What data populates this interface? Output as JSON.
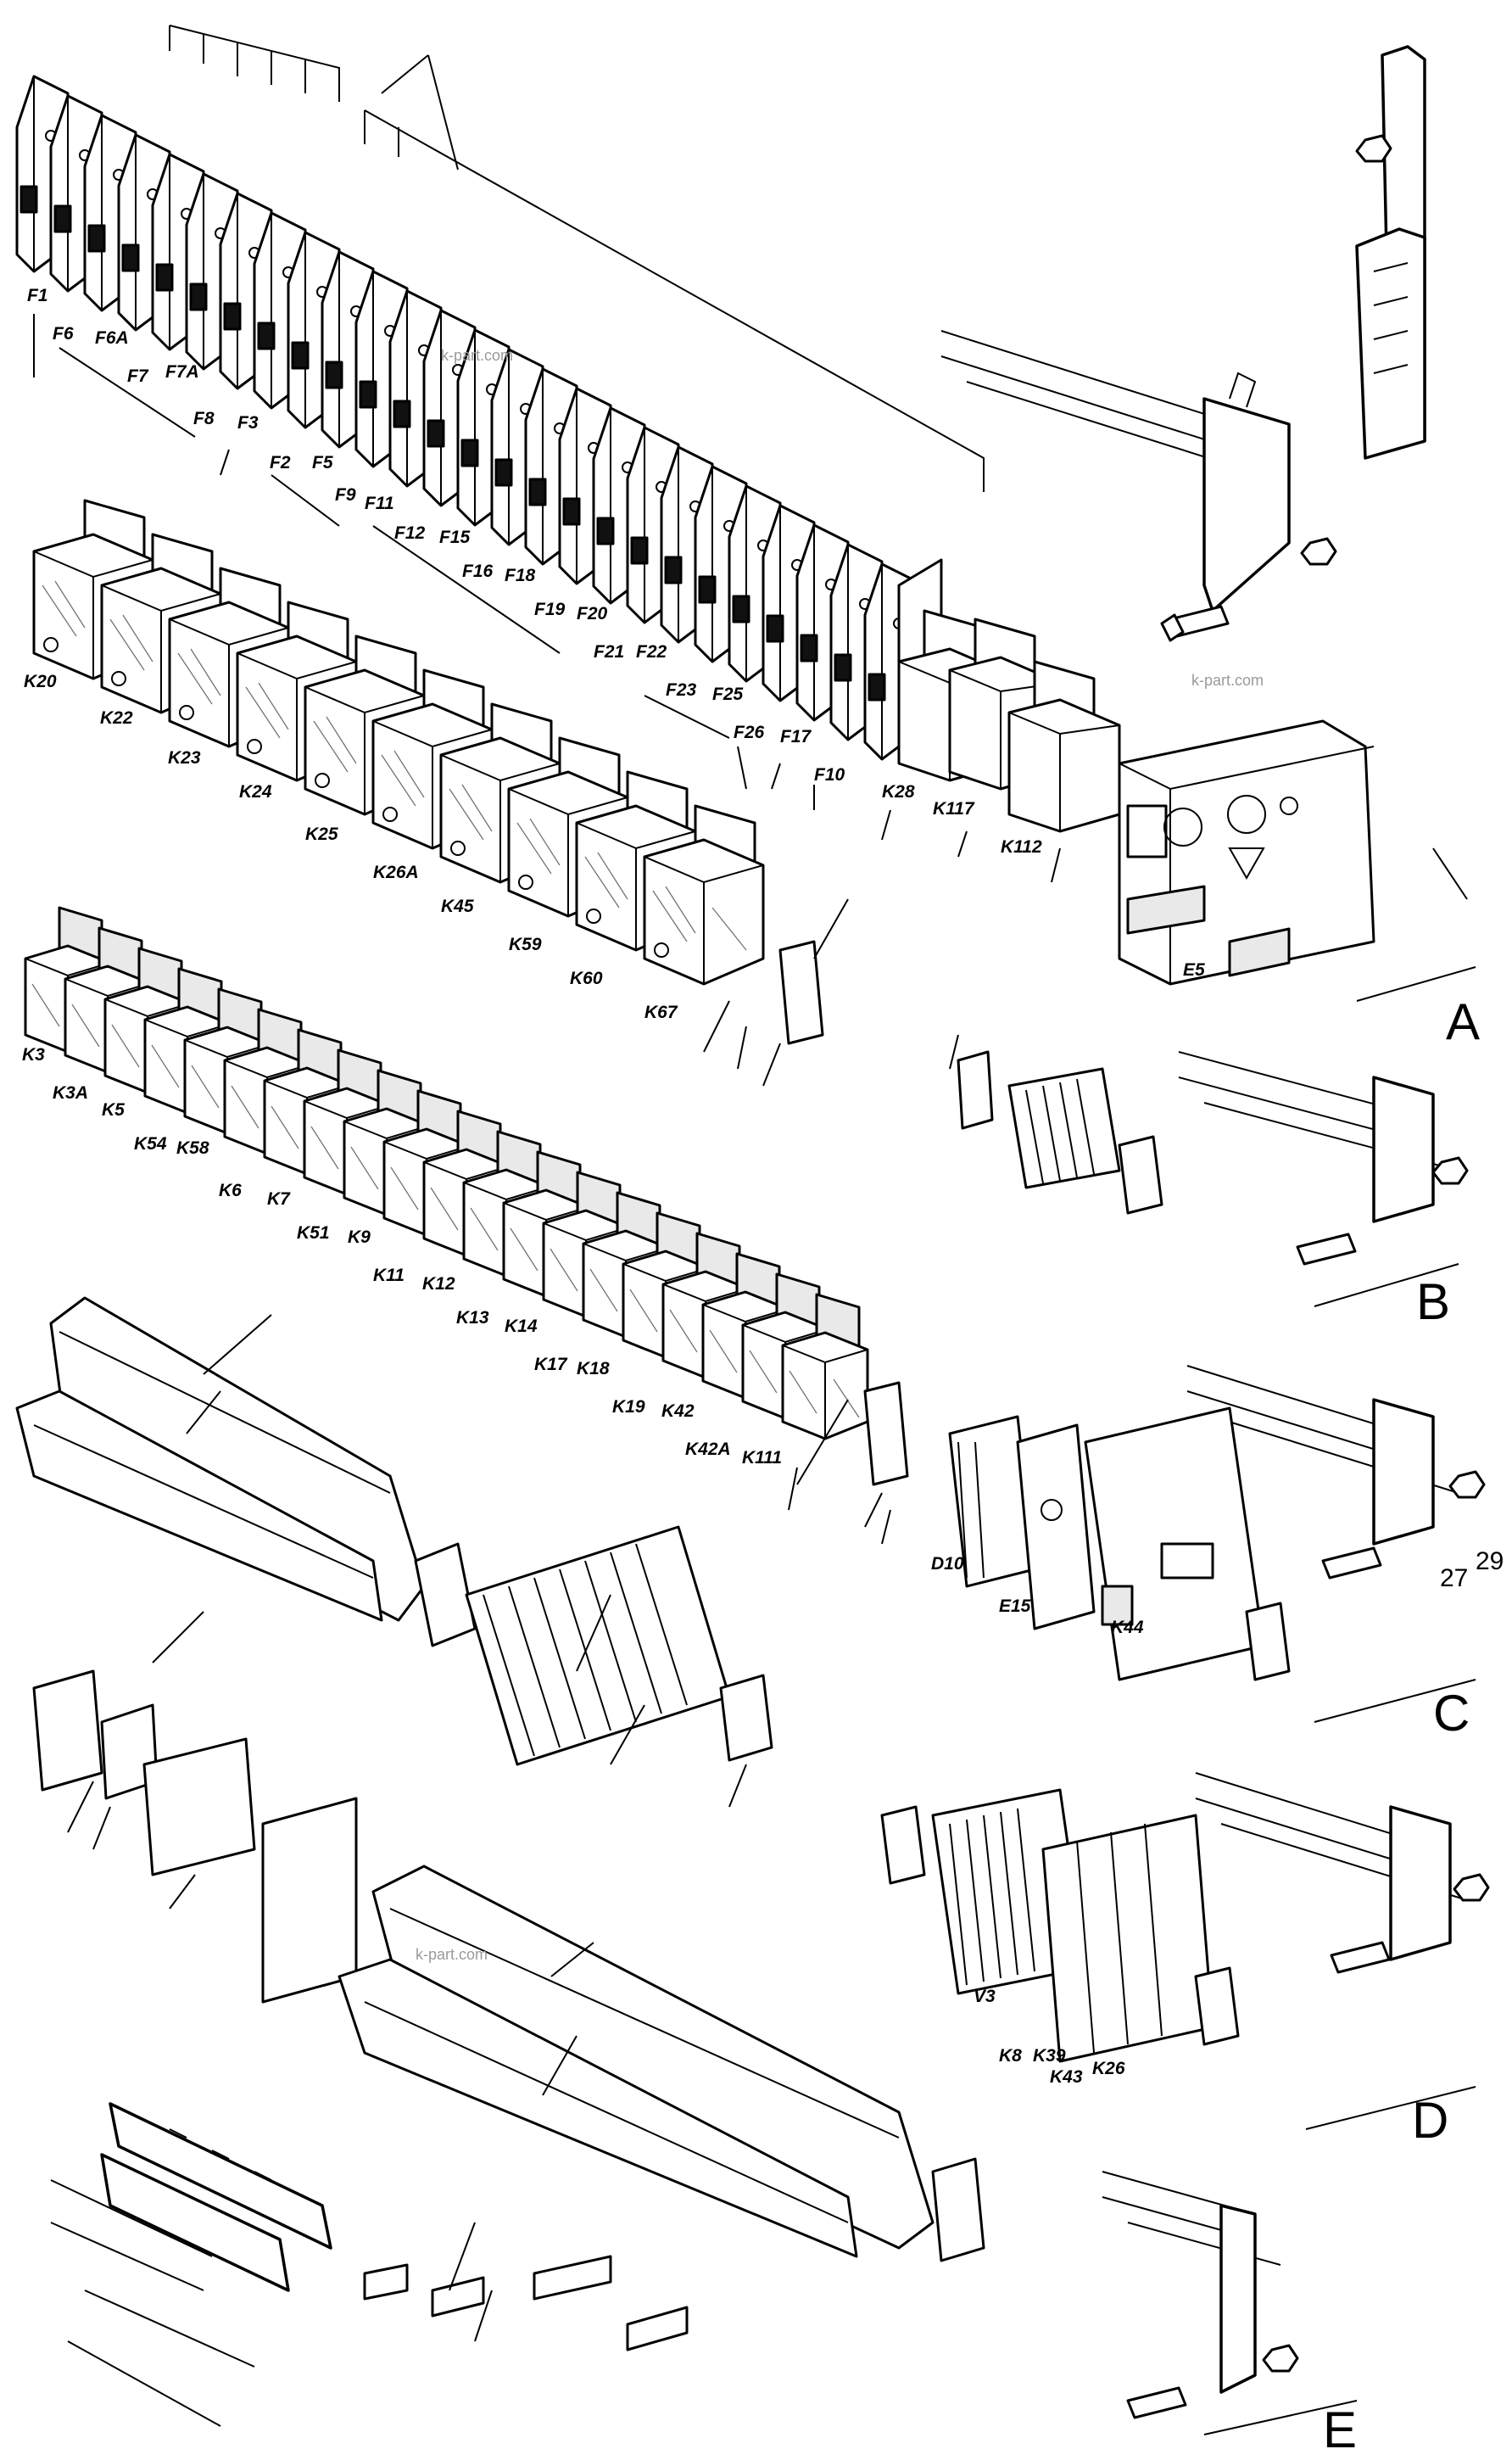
{
  "watermarks": [
    "k-part.com",
    "k-part.com",
    "k-part.com"
  ],
  "group_letters": [
    "A",
    "B",
    "C",
    "D",
    "E"
  ],
  "item_numbers": [
    "27",
    "29"
  ],
  "fuse_labels": [
    "F1",
    "F6",
    "F6A",
    "F7",
    "F7A",
    "F8",
    "F3",
    "F2",
    "F5",
    "F9",
    "F11",
    "F12",
    "F15",
    "F16",
    "F18",
    "F19",
    "F20",
    "F21",
    "F22",
    "F23",
    "F25",
    "F26",
    "F17",
    "F10"
  ],
  "relay_row1_labels": [
    "K20",
    "K22",
    "K23",
    "K24",
    "K25",
    "K26A",
    "K45",
    "K59",
    "K60",
    "K67"
  ],
  "relay_right_labels": [
    "K28",
    "K117",
    "K112",
    "E5"
  ],
  "relay_row2_labels": [
    "K3",
    "K3A",
    "K5",
    "K54",
    "K58",
    "K6",
    "K7",
    "K51",
    "K9",
    "K11",
    "K12",
    "K13",
    "K14",
    "K17",
    "K18",
    "K19",
    "K42",
    "K42A",
    "K111"
  ],
  "group_c_labels": [
    "D10",
    "E15",
    "K44"
  ],
  "group_d_labels": [
    "V3",
    "K8",
    "K39",
    "K43",
    "K26"
  ]
}
